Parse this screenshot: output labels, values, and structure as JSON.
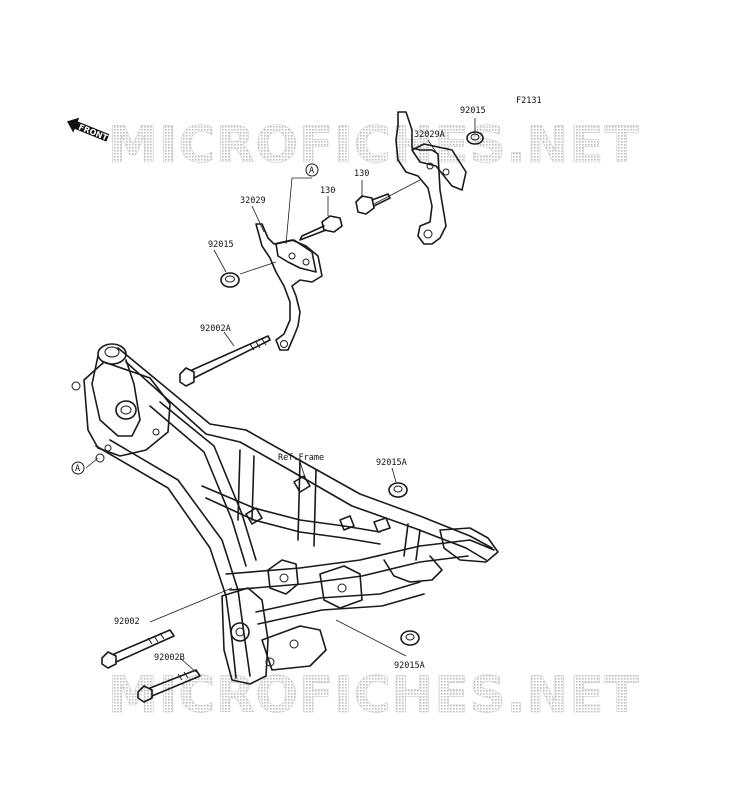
{
  "figure_code": "F2131",
  "watermark": "MICROFICHES.NET",
  "front_label": "FRONT",
  "ref_note": "Ref.Frame",
  "callout_letter": "A",
  "parts": {
    "p92015_top": "92015",
    "p32029A": "32029A",
    "p130_right": "130",
    "p130_left": "130",
    "p32029": "32029",
    "p92015_left": "92015",
    "p92002A": "92002A",
    "p92015A_top": "92015A",
    "p92002": "92002",
    "p92002B": "92002B",
    "p92015A_bottom": "92015A"
  }
}
